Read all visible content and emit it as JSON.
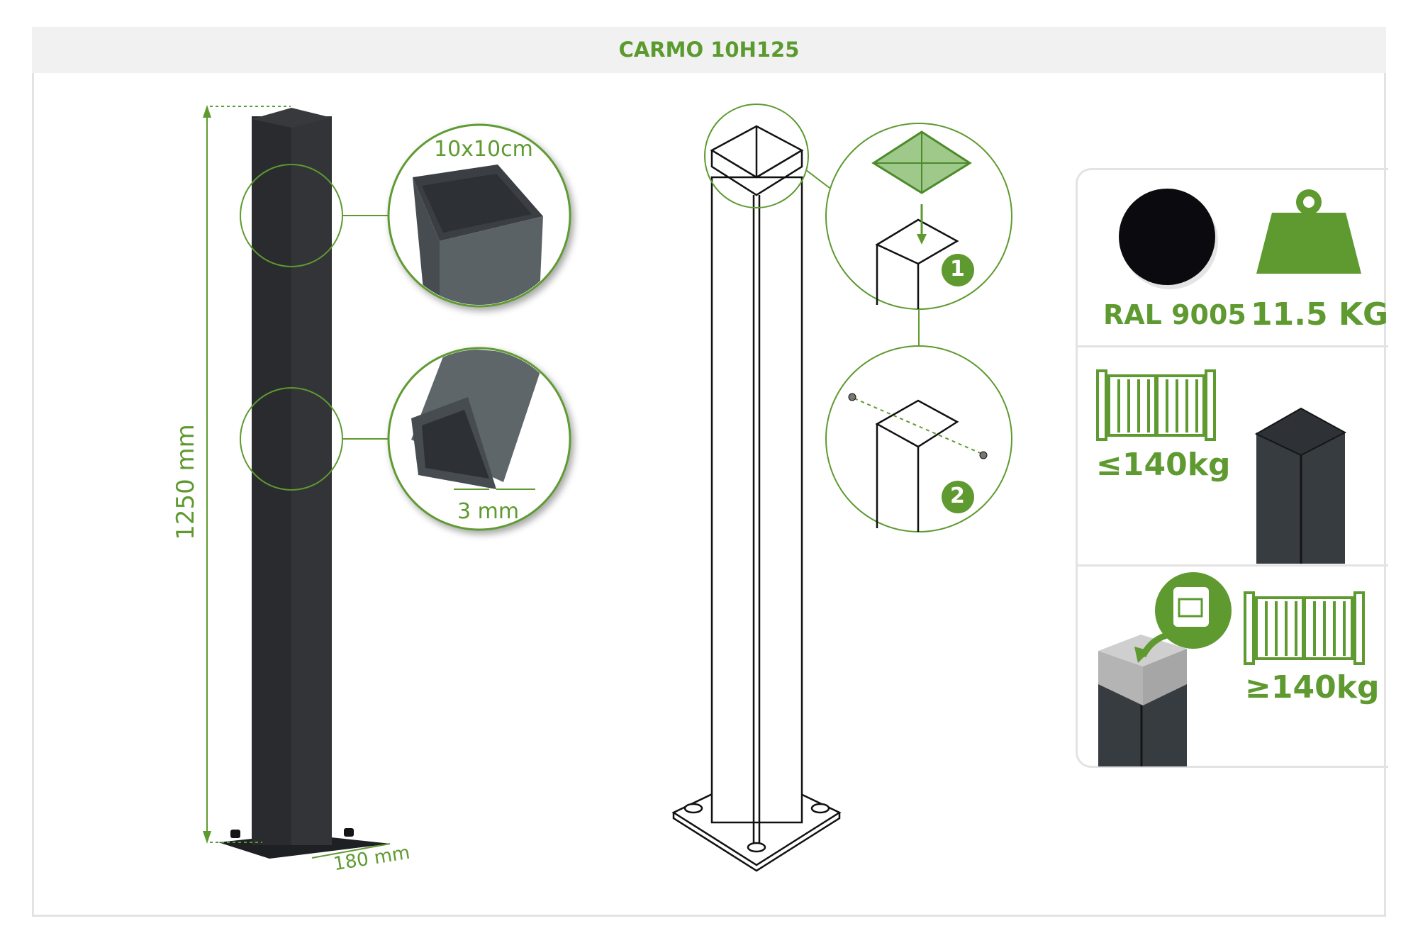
{
  "header": {
    "title": "CARMO 10H125"
  },
  "dimensions": {
    "height": "1250 mm",
    "section": "10x10cm",
    "thickness": "3 mm",
    "base_plate": "180 mm"
  },
  "assembly_steps": [
    "1",
    "2"
  ],
  "specs": {
    "color_label": "RAL 9005",
    "color_hex": "#0b0b0f",
    "weight_label": "11.5 KG",
    "gate_max_label": "≤140kg",
    "gate_min_label": "≥140kg"
  },
  "colors": {
    "accent": "#5e9a30",
    "post": "#2a2b2e",
    "panel_border": "#e3e3e3"
  }
}
